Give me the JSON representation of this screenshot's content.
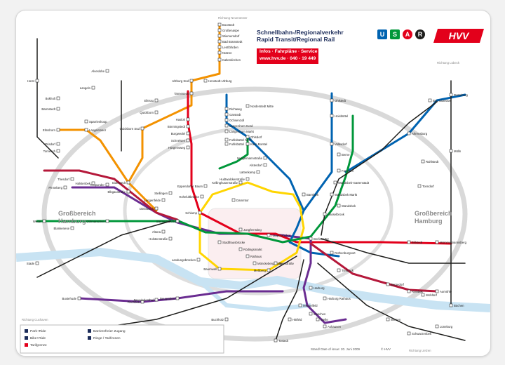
{
  "header": {
    "title_de": "Schnellbahn-/Regionalverkehr",
    "title_en": "Rapid Transit/Regional Rail",
    "info_line1": "Infos · Fahrpläne · Service",
    "info_line2": "www.hvv.de · 040 - 19 449",
    "logos": [
      {
        "letter": "U",
        "color": "#0063b1"
      },
      {
        "letter": "S",
        "color": "#00973a"
      },
      {
        "letter": "A",
        "color": "#e3001b"
      },
      {
        "letter": "R",
        "color": "#1d1d1b"
      }
    ],
    "brand": "HVV"
  },
  "zones": {
    "left_area": "Großbereich\nHamburg",
    "right_area": "Großbereich\nHamburg"
  },
  "lines": [
    {
      "id": "U1",
      "color": "#0063b1"
    },
    {
      "id": "U2",
      "color": "#e3001b"
    },
    {
      "id": "U3",
      "color": "#ffd500"
    },
    {
      "id": "S1",
      "color": "#00973a"
    },
    {
      "id": "S3",
      "color": "#6a2c91"
    },
    {
      "id": "S21",
      "color": "#b5183a"
    },
    {
      "id": "S31",
      "color": "#00973a"
    },
    {
      "id": "A1",
      "color": "#f39200"
    },
    {
      "id": "R",
      "color": "#1d1d1b"
    }
  ],
  "stations": [
    "Boostedt",
    "Großenaspe",
    "Wiemersdorf",
    "Bad Bramstedt",
    "Lentföhrden",
    "Nützen",
    "Kaltenkirchen",
    "Ulzburg Süd",
    "Henstedt-Ulzburg",
    "Tanneneck",
    "Quickborn",
    "Ellerau",
    "Quickborn Süd",
    "Hasloh",
    "Bönningstedt",
    "Burgwedel",
    "Schnelsen",
    "Hörgensweg",
    "Eidelstedt",
    "Elbgaustraße",
    "Pinneberg",
    "Thesdorf",
    "Halstenbek",
    "Krupunder",
    "Tornesch",
    "Prisdorf",
    "Elmshorn",
    "Langenmoor",
    "Sparrieshoop",
    "Barmstedt",
    "Bokholt",
    "Horst",
    "Langeln",
    "Alveslohe",
    "Norderstedt Mitte",
    "Richtweg",
    "Garstedt",
    "Ochsenzoll",
    "Langenhorn Nord",
    "Langenhorn Markt",
    "Fuhlsbüttel Nord",
    "Fuhlsbüttel",
    "Klein Borstel",
    "Ohlsdorf",
    "Sengelmannstraße",
    "Alsterdorf",
    "Lattenkamp",
    "Hudtwalckerstraße",
    "Kellinghusenstraße",
    "Eppendorfer Baum",
    "Hoheluftbrücke",
    "Schlump",
    "Sternschanze",
    "Altona",
    "Holstenstraße",
    "Diebsteich",
    "Langenfelde",
    "Stellingen",
    "Dammtor",
    "Hauptbahnhof",
    "Jungfernstieg",
    "Stadthausbrücke",
    "Landungsbrücken",
    "Baumwall",
    "Rödingsmarkt",
    "Rathaus",
    "Mönckebergstraße",
    "Steinstraße",
    "Meßberg",
    "Berliner Tor",
    "Barmbek",
    "Wandsbek Markt",
    "Wandsbek-Gartenstadt",
    "Farmsen",
    "Berne",
    "Volksdorf",
    "Ohlstedt",
    "Hoisbüttel",
    "Ahrensburg",
    "Bad Oldesloe",
    "Rahlstedt",
    "Tonndorf",
    "Hasselbrook",
    "Wandsbek",
    "Billstedt",
    "Mümmelmannsberg",
    "Rothenburgsort",
    "Tiefstack",
    "Bergedorf",
    "Reinbek",
    "Wohltorf",
    "Aumühle",
    "Harburg",
    "Harburg Rathaus",
    "Neugraben",
    "Fischbek",
    "Neuwiedenthal",
    "Buxtehude",
    "Stade",
    "Wedel",
    "Blankenese",
    "Othmarschen",
    "Lüneburg",
    "Winsen",
    "Buchholz",
    "Tostedt",
    "Hittfeld",
    "Meckelfeld",
    "Maschen",
    "Stelle",
    "Ashausen",
    "Ratzeburg",
    "Mölln",
    "Büchen",
    "Schwarzenbek"
  ],
  "legend": {
    "items": [
      "Park+Ride",
      "Bike+Ride",
      "Tarifgrenze",
      "Barrierefreier Zugang",
      "Ringe / Tarifzonen"
    ],
    "footer": "Stand/ Date of issue: 20. Juni 2009",
    "copyright": "© HVV"
  },
  "compass": {
    "top_left": "Richtung Neumünster",
    "top_right": "Richtung Lübeck",
    "bottom_left": "Richtung Cuxhaven",
    "bottom_right": "Richtung Uelzen"
  }
}
